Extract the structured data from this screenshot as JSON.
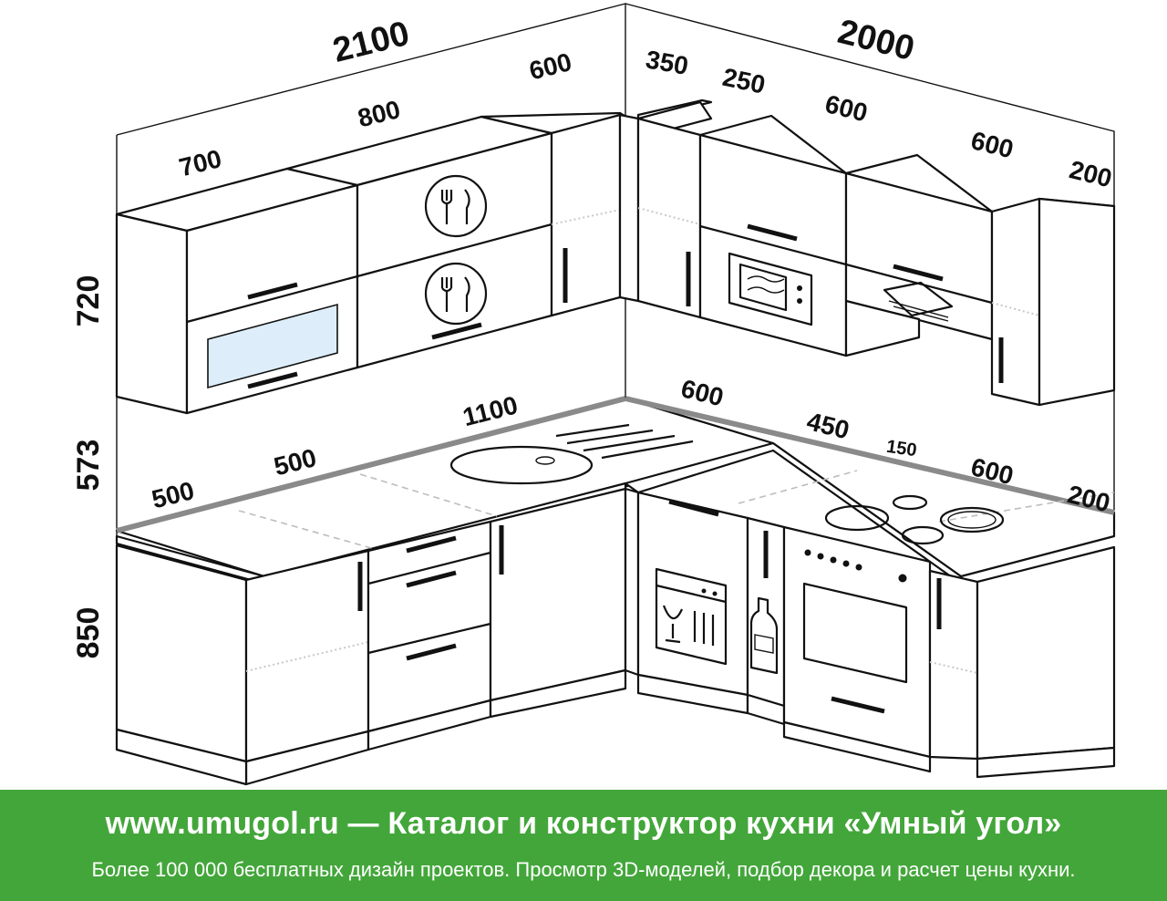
{
  "dimensions": {
    "upper_total_left": "2100",
    "upper_total_right": "2000",
    "upper_700": "700",
    "upper_800": "800",
    "upper_600_left": "600",
    "upper_350": "350",
    "upper_250": "250",
    "upper_600_a": "600",
    "upper_600_b": "600",
    "upper_200": "200",
    "height_upper": "720",
    "height_backsplash": "573",
    "height_lower": "850",
    "lower_1100": "1100",
    "lower_500_a": "500",
    "lower_500_b": "500",
    "lower_600": "600",
    "lower_450": "450",
    "lower_150": "150",
    "lower_600_b": "600",
    "lower_200": "200"
  },
  "icons": [
    "plate-cutlery-icon",
    "microwave-icon",
    "range-hood-icon",
    "dishwasher-icon",
    "bottle-icon",
    "oven-icon",
    "cooktop-icon",
    "sink-icon"
  ],
  "banner": {
    "title": "www.umugol.ru — Каталог и конструктор кухни «Умный угол»",
    "subtitle": "Более 100 000 бесплатных дизайн проектов. Просмотр 3D-моделей, подбор декора и расчет цены кухни."
  },
  "colors": {
    "banner_bg": "#43a63a",
    "banner_text": "#ffffff",
    "glass_panel": "#ddeefa"
  }
}
